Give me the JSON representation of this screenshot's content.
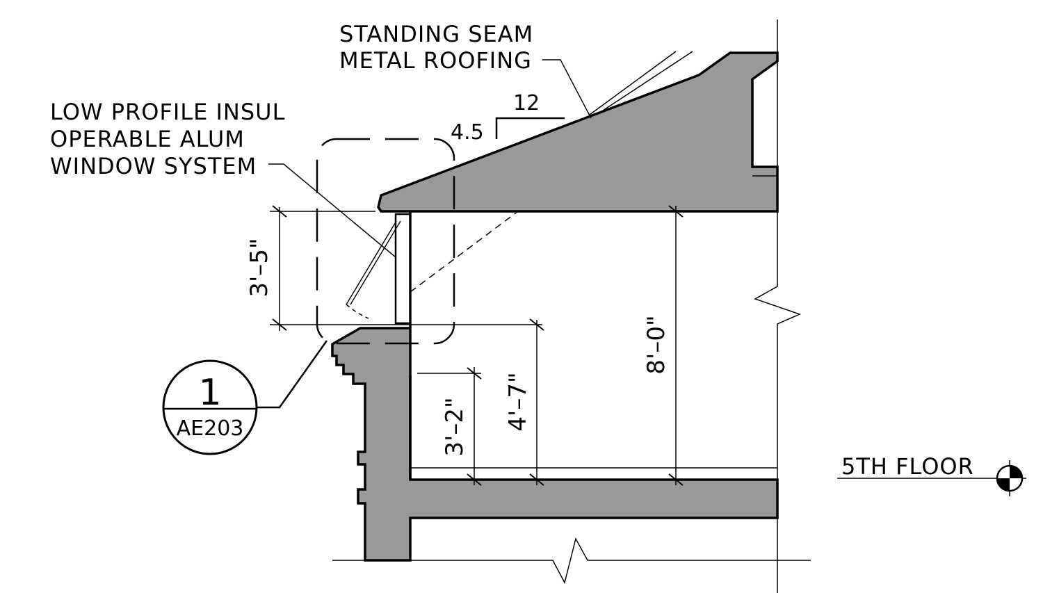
{
  "labels": {
    "roof_line1": "STANDING SEAM",
    "roof_line2": "METAL ROOFING",
    "window_line1": "LOW PROFILE INSUL",
    "window_line2": "OPERABLE ALUM",
    "window_line3": "WINDOW SYSTEM",
    "floor_level": "5TH FLOOR"
  },
  "slope": {
    "rise": "4.5",
    "run": "12"
  },
  "dimensions": {
    "window_height": "3'–5\"",
    "sill_height": "3'–2\"",
    "head_to_floor": "4'–7\"",
    "floor_to_ceiling": "8'–0\""
  },
  "detail_tag": {
    "number": "1",
    "sheet": "AE203"
  },
  "colors": {
    "line": "#000000",
    "cut_fill": "#999999",
    "background": "#ffffff"
  }
}
